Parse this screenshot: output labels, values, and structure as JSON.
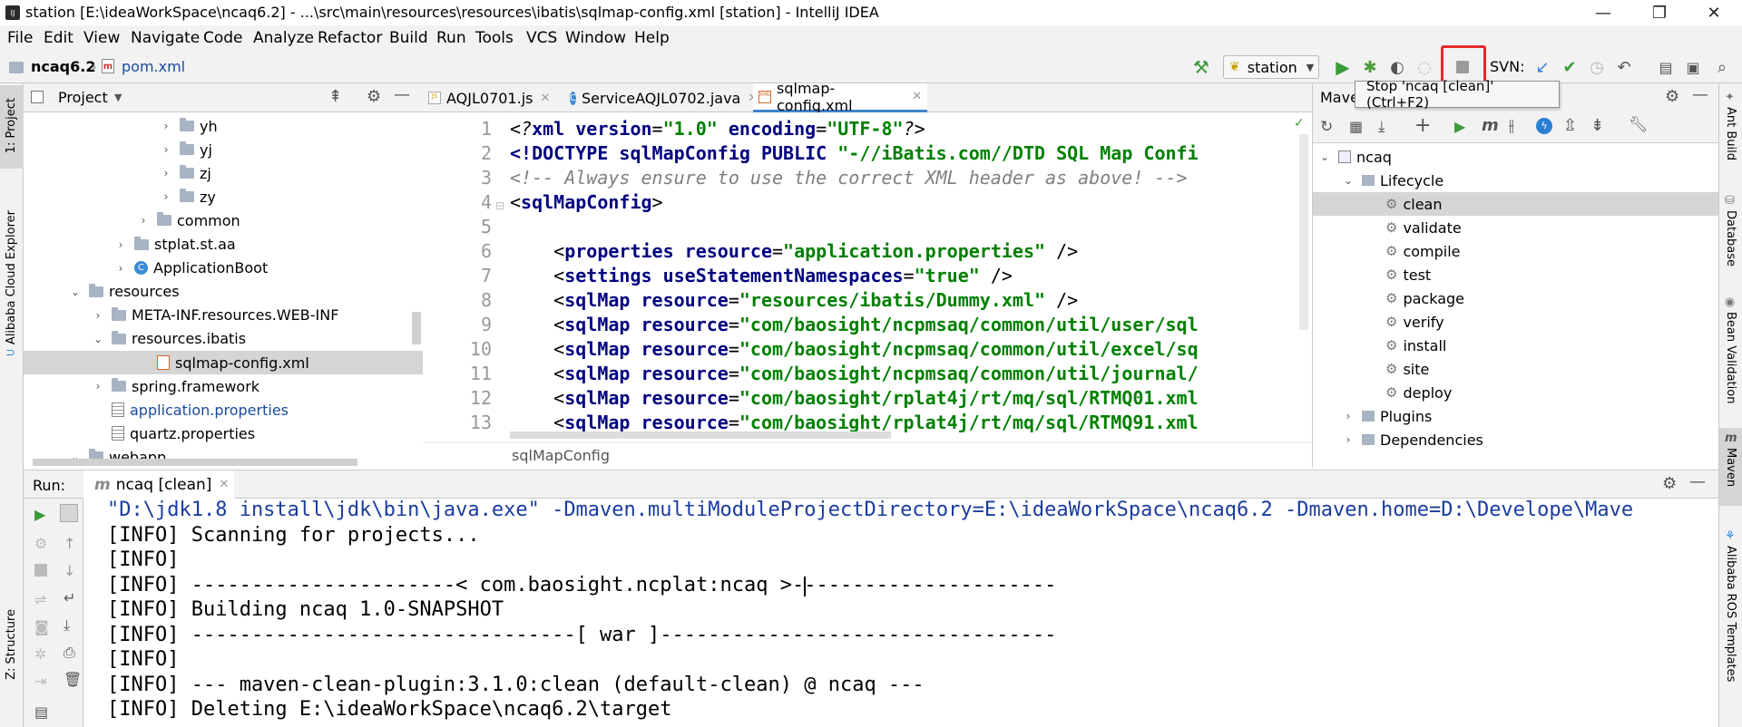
{
  "window": {
    "title": "station [E:\\ideaWorkSpace\\ncaq6.2] - ...\\src\\main\\resources\\resources\\ibatis\\sqlmap-config.xml [station] - IntelliJ IDEA",
    "minimize": "—",
    "restore": "❐",
    "close": "✕"
  },
  "menu": [
    "File",
    "Edit",
    "View",
    "Navigate",
    "Code",
    "Analyze",
    "Refactor",
    "Build",
    "Run",
    "Tools",
    "VCS",
    "Window",
    "Help"
  ],
  "nav": {
    "project": "ncaq6.2",
    "file": "pom.xml",
    "run_config": "station",
    "svn_label": "SVN:"
  },
  "tooltip": "Stop 'ncaq [clean]' (Ctrl+F2)",
  "left_strip": {
    "project_tab": "1: Project",
    "cloud_tab": "Alibaba Cloud Explorer",
    "structure_tab": "Z: Structure"
  },
  "right_strip": {
    "ant": "Ant Build",
    "database": "Database",
    "bean": "Bean Validation",
    "maven": "Maven",
    "ros": "Alibaba ROS Templates"
  },
  "project_panel": {
    "title": "Project",
    "tree": [
      {
        "label": "yh",
        "type": "folder",
        "depth": 6,
        "arrow": "›"
      },
      {
        "label": "yj",
        "type": "folder",
        "depth": 6,
        "arrow": "›"
      },
      {
        "label": "zj",
        "type": "folder",
        "depth": 6,
        "arrow": "›"
      },
      {
        "label": "zy",
        "type": "folder",
        "depth": 6,
        "arrow": "›"
      },
      {
        "label": "common",
        "type": "folder",
        "depth": 5,
        "arrow": "›"
      },
      {
        "label": "stplat.st.aa",
        "type": "folder",
        "depth": 4,
        "arrow": "›"
      },
      {
        "label": "ApplicationBoot",
        "type": "class",
        "depth": 4,
        "arrow": "›"
      },
      {
        "label": "resources",
        "type": "folder",
        "depth": 2,
        "arrow": "⌄"
      },
      {
        "label": "META-INF.resources.WEB-INF",
        "type": "folder",
        "depth": 3,
        "arrow": "›"
      },
      {
        "label": "resources.ibatis",
        "type": "folder",
        "depth": 3,
        "arrow": "⌄"
      },
      {
        "label": "sqlmap-config.xml",
        "type": "xml",
        "depth": 5,
        "arrow": "",
        "selected": true
      },
      {
        "label": "spring.framework",
        "type": "folder",
        "depth": 3,
        "arrow": "›"
      },
      {
        "label": "application.properties",
        "type": "props",
        "depth": 3,
        "arrow": "",
        "blue": true
      },
      {
        "label": "quartz.properties",
        "type": "props",
        "depth": 3,
        "arrow": ""
      },
      {
        "label": "webapp",
        "type": "folder",
        "depth": 2,
        "arrow": "⌄"
      }
    ]
  },
  "editor_tabs": [
    {
      "label": "AQJL0701.js",
      "icon": "JS"
    },
    {
      "label": "ServiceAQJL0702.java",
      "icon": "C"
    },
    {
      "label": "sqlmap-config.xml",
      "icon": "XML",
      "active": true
    }
  ],
  "editor": {
    "line_numbers": [
      "1",
      "2",
      "3",
      "4",
      "5",
      "6",
      "7",
      "8",
      "9",
      "10",
      "11",
      "12",
      "13"
    ],
    "breadcrumb": "sqlMapConfig"
  },
  "maven": {
    "title": "Mave",
    "root": "ncaq",
    "lifecycle": "Lifecycle",
    "phases": [
      "clean",
      "validate",
      "compile",
      "test",
      "package",
      "verify",
      "install",
      "site",
      "deploy"
    ],
    "plugins": "Plugins",
    "dependencies": "Dependencies"
  },
  "run": {
    "label": "Run:",
    "tab": "ncaq [clean]",
    "console": [
      "\"D:\\jdk1.8 install\\jdk\\bin\\java.exe\" -Dmaven.multiModuleProjectDirectory=E:\\ideaWorkSpace\\ncaq6.2 -Dmaven.home=D:\\Develope\\Mave",
      "[INFO] Scanning for projects...",
      "[INFO]",
      "[INFO] ----------------------< com.baosight.ncplat:ncaq >----------------------",
      "[INFO] Building ncaq 1.0-SNAPSHOT",
      "[INFO] --------------------------------[ war ]---------------------------------",
      "[INFO]",
      "[INFO] --- maven-clean-plugin:3.1.0:clean (default-clean) @ ncaq ---",
      "[INFO] Deleting E:\\ideaWorkSpace\\ncaq6.2\\target"
    ]
  },
  "colors": {
    "highlight_box": "#e8292b",
    "keyword": "#000080",
    "string": "#008000",
    "comment": "#808080",
    "selection": "#d5d5d5"
  }
}
